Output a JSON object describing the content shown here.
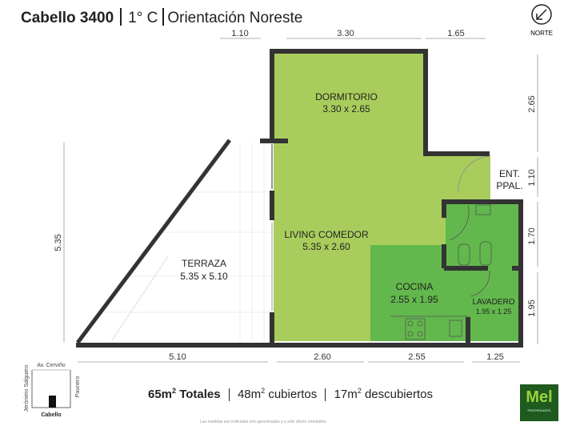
{
  "header": {
    "building": "Cabello 3400",
    "unit": "1° C",
    "orientation": "Orientación Noreste"
  },
  "compass": {
    "label": "NORTE",
    "icon": "arrow-down-left-icon"
  },
  "rooms": [
    {
      "name": "DORMITORIO",
      "size": "3.30 x 2.65"
    },
    {
      "name": "LIVING COMEDOR",
      "size": "5.35 x 2.60"
    },
    {
      "name": "TERRAZA",
      "size": "5.35 x 5.10"
    },
    {
      "name": "COCINA",
      "size": "2.55 x 1.95"
    },
    {
      "name": "LAVADERO",
      "size": "1.95 x 1.25"
    }
  ],
  "entrance": {
    "line1": "ENT.",
    "line2": "PPAL."
  },
  "dimensions": {
    "top": [
      "1.10",
      "3.30",
      "1.65"
    ],
    "right": [
      "2.65",
      "1.10",
      "1.70",
      "1.95"
    ],
    "left": [
      "5.35"
    ],
    "bottom": [
      "5.10",
      "2.60",
      "2.55",
      "1.25"
    ]
  },
  "location_map": {
    "north_street": "Av. Cerviño",
    "west_street": "Jerónimo Salguero",
    "east_street": "Paunero",
    "south_street": "Cabello"
  },
  "totals": {
    "total_value": "65m",
    "total_label": "Totales",
    "covered_value": "48m",
    "covered_label": "cubiertos",
    "uncovered_value": "17m",
    "uncovered_label": "descubiertos",
    "exp": "2"
  },
  "disclaimer": "Las medidas son indicadas son aproximadas y a solo efecto orientativo",
  "logo": {
    "name": "Mel",
    "sub": "PROPIEDADES"
  },
  "colors": {
    "living": "#a9cd5c",
    "wet_areas": "#62b84c",
    "walls": "#333333",
    "logo_bg": "#1f5a1e"
  }
}
